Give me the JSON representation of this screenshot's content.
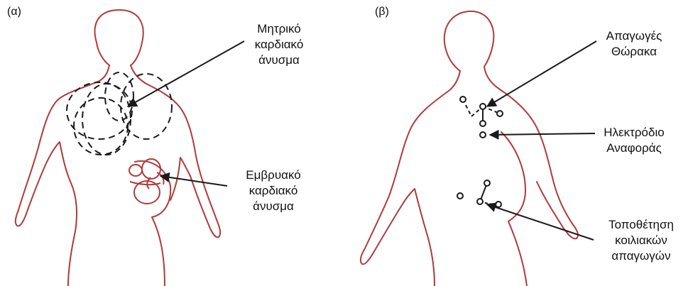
{
  "panels": [
    {
      "tag": "(α)"
    },
    {
      "tag": "(β)"
    }
  ],
  "labels": {
    "maternal_ecg": [
      "Μητρικό",
      "καρδιακό",
      "άνυσμα"
    ],
    "fetal_ecg": [
      "Εμβρυακό",
      "καρδιακό",
      "άνυσμα"
    ],
    "thoracic_leads": [
      "Απαγωγές",
      "Θώρακα"
    ],
    "reference_electrode": [
      "Ηλεκτρόδιο",
      "Αναφοράς"
    ],
    "abdominal_leads": [
      "Τοποθέτηση",
      "κοιλιακών",
      "απαγωγών"
    ]
  },
  "colors": {
    "outline": "#b03a3a",
    "ink": "#1a1a1a",
    "background": "#ffffff"
  }
}
